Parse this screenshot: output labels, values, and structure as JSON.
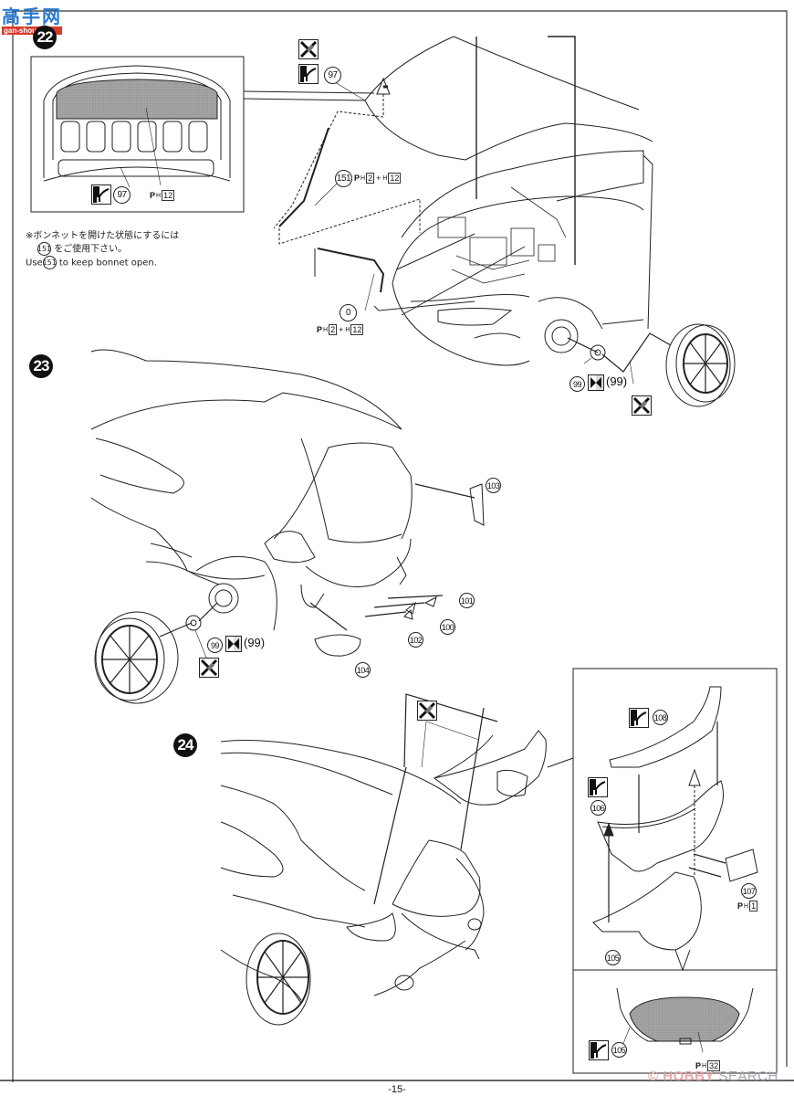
{
  "document": {
    "type": "model kit assembly instructions",
    "page_number": "-15-"
  },
  "watermarks": {
    "top_left_cn": "高手网",
    "top_left_url": "gan-shou.com",
    "bottom_right_brand": "HOBBY",
    "bottom_right_brand2": "SEARCH",
    "bottom_right_logo_glyph": "©"
  },
  "steps": [
    {
      "number": "22",
      "detail_inset": {
        "paint_icon": "painted-decal-icon",
        "part": "97",
        "ph_label": "P",
        "ph_sub": "H",
        "ph_ref": "12"
      },
      "note_jp_line1": "※ボンネットを開けた状態にするには",
      "note_jp_line2_num": "151",
      "note_jp_line2": "をご使用下さい。",
      "note_en_prefix": "Use",
      "note_en_num": "151",
      "note_en_suffix": "to keep bonnet open.",
      "callouts": {
        "no_glue_icon": "no-glue-icon",
        "paint_icon": "painted-decal-icon",
        "bonnet_part": "97",
        "stay_part": "151",
        "stay_ph": {
          "label": "P",
          "sub": "H",
          "ref1": "2",
          "plus": "+",
          "sub2": "H",
          "ref2": "12"
        },
        "rod_part": "0",
        "rod_ph": {
          "label": "P",
          "sub": "H",
          "ref1": "2",
          "plus": "+",
          "sub2": "H",
          "ref2": "12"
        },
        "wheel_cap_part": "99",
        "wheel_cap_paren": "(99)",
        "wheel_icon": "half-fill-icon",
        "wheel_no_glue_icon": "no-glue-icon"
      }
    },
    {
      "number": "23",
      "callouts": {
        "parts": [
          "103",
          "101",
          "100",
          "102",
          "104"
        ],
        "wheel_cap_part": "99",
        "wheel_cap_paren": "(99)",
        "wheel_icon": "half-fill-icon",
        "wheel_no_glue_icon": "no-glue-icon"
      }
    },
    {
      "number": "24",
      "callouts": {
        "no_glue_icon": "no-glue-icon"
      },
      "detail_inset": {
        "parts": [
          "108",
          "106",
          "107",
          "105"
        ],
        "paint_icons": [
          "painted-decal-icon",
          "painted-decal-icon"
        ],
        "ph_107": {
          "label": "P",
          "sub": "H",
          "ref": "1"
        }
      },
      "detail_inset_2": {
        "part": "105",
        "paint_icon": "painted-decal-icon",
        "ph": {
          "label": "P",
          "sub": "H",
          "ref": "32"
        }
      }
    }
  ],
  "colors": {
    "ink": "#111111",
    "decal_fill": "#a9a9a9",
    "wm_blue": "#2a7bd0",
    "wm_red": "#d8392b"
  }
}
